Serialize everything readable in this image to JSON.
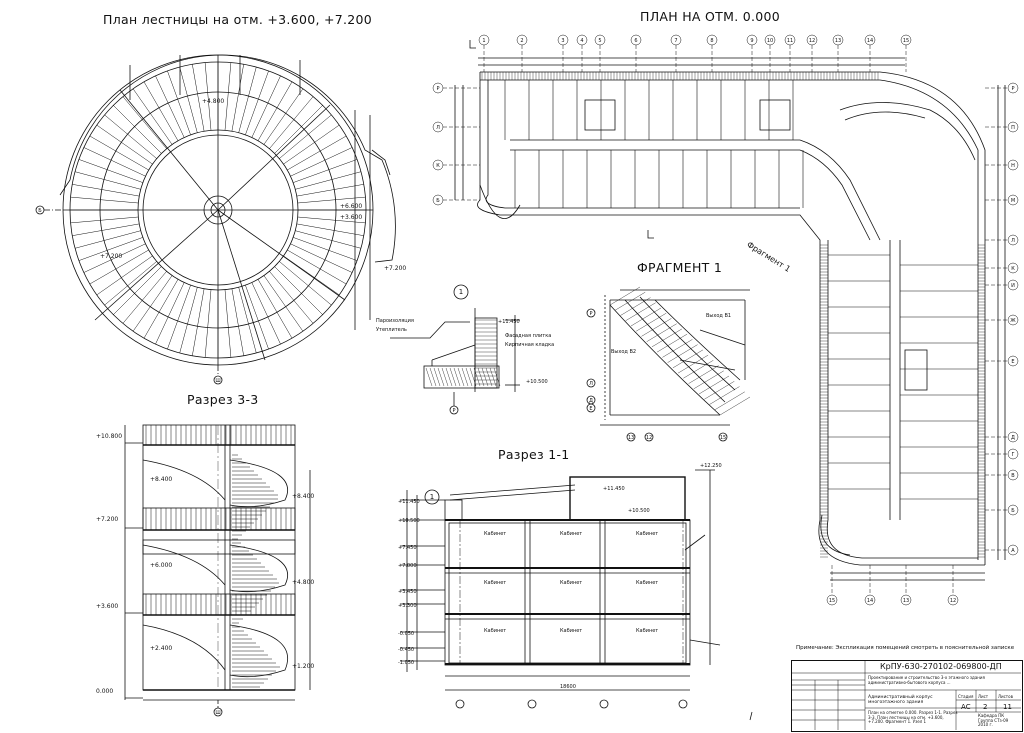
{
  "titles": {
    "stair_plan": "План лестницы на отм. +3.600, +7.200",
    "ground_plan": "ПЛАН НА ОТМ. 0.000",
    "section_33": "Разрез 3-3",
    "section_11": "Разрез 1-1",
    "fragment_1": "ФРАГМЕНТ 1",
    "fragment_label_on_plan": "Фрагмент 1"
  },
  "stair_plan": {
    "levels": [
      "+4.800",
      "+7.200",
      "+6.600",
      "+3.600",
      "+7.200"
    ],
    "axis_left": "Б",
    "axis_bottom": "Ш"
  },
  "section_33": {
    "levels_left": [
      "+10.800",
      "+7.200",
      "+3.600",
      "0.000"
    ],
    "levels_mid": [
      "+8.400",
      "+6.000",
      "+2.400"
    ],
    "levels_right": [
      "+8.400",
      "+4.800",
      "+1.200"
    ],
    "axis_bottom": "Ш"
  },
  "section_11": {
    "levels_left": [
      "+11.450",
      "+10.500",
      "+7.450",
      "+7.000",
      "+3.450",
      "+3.300",
      "-0.050",
      "-0.450",
      "-1.050"
    ],
    "level_top": "+12.250",
    "level_roof": "+11.450",
    "level_mid": "+10.500",
    "rooms": [
      "Кабинет",
      "Кабинет",
      "Кабинет",
      "Кабинет",
      "Кабинет",
      "Кабинет",
      "Кабинет",
      "Кабинет",
      "Кабинет"
    ],
    "dim_bottom": "18600",
    "callout": "1"
  },
  "detail_1": {
    "callout": "1",
    "levels": [
      "+11.450",
      "+10.500"
    ],
    "notes": [
      "Пароизоляция",
      "Утеплитель",
      "Фасадная плитка",
      "Кирпичная кладка"
    ],
    "axis": "Р"
  },
  "fragment_1": {
    "axes_left": [
      "Р",
      "Л",
      "Д",
      "Е"
    ],
    "axes_bottom": [
      "13",
      "12",
      "15"
    ],
    "notes": [
      "Выход В1",
      "Выход В2"
    ]
  },
  "ground_plan": {
    "axes_top": [
      "1",
      "2",
      "3",
      "4",
      "5",
      "6",
      "7",
      "8",
      "9",
      "10",
      "11",
      "12",
      "13",
      "14",
      "15"
    ],
    "axes_left": [
      "Р",
      "Л",
      "К",
      "Б"
    ],
    "axes_right": [
      "Р",
      "П",
      "Н",
      "М",
      "Л",
      "К",
      "И",
      "Ж",
      "Е",
      "Д",
      "Г",
      "В",
      "Б",
      "А"
    ],
    "axes_bottom": [
      "15",
      "14",
      "13",
      "12"
    ]
  },
  "note": "Примечание: Экспликация помещений смотреть в пояснительной записке",
  "stamp": {
    "code": "КрПУ-630-270102-069800-ДП",
    "title": "Проектирование и строительство 3-х этажного здания административно-бытового корпуса ...",
    "object": "Административный корпус многоэтажного здания",
    "sheet_content": "План на отметке 0.000. Разрез 1-1. Разрез 3-3. План лестницы на отм. +3.600, +7.200. Фрагмент 1. Узел 1",
    "stage_header": "Стадия",
    "sheet_header": "Лист",
    "sheets_header": "Листов",
    "stage": "АС",
    "sheet": "2",
    "sheets": "11",
    "org": "Кафедра ПК Группа СТз-09 2010 г."
  },
  "colors": {
    "line": "#111111",
    "background": "#ffffff"
  }
}
